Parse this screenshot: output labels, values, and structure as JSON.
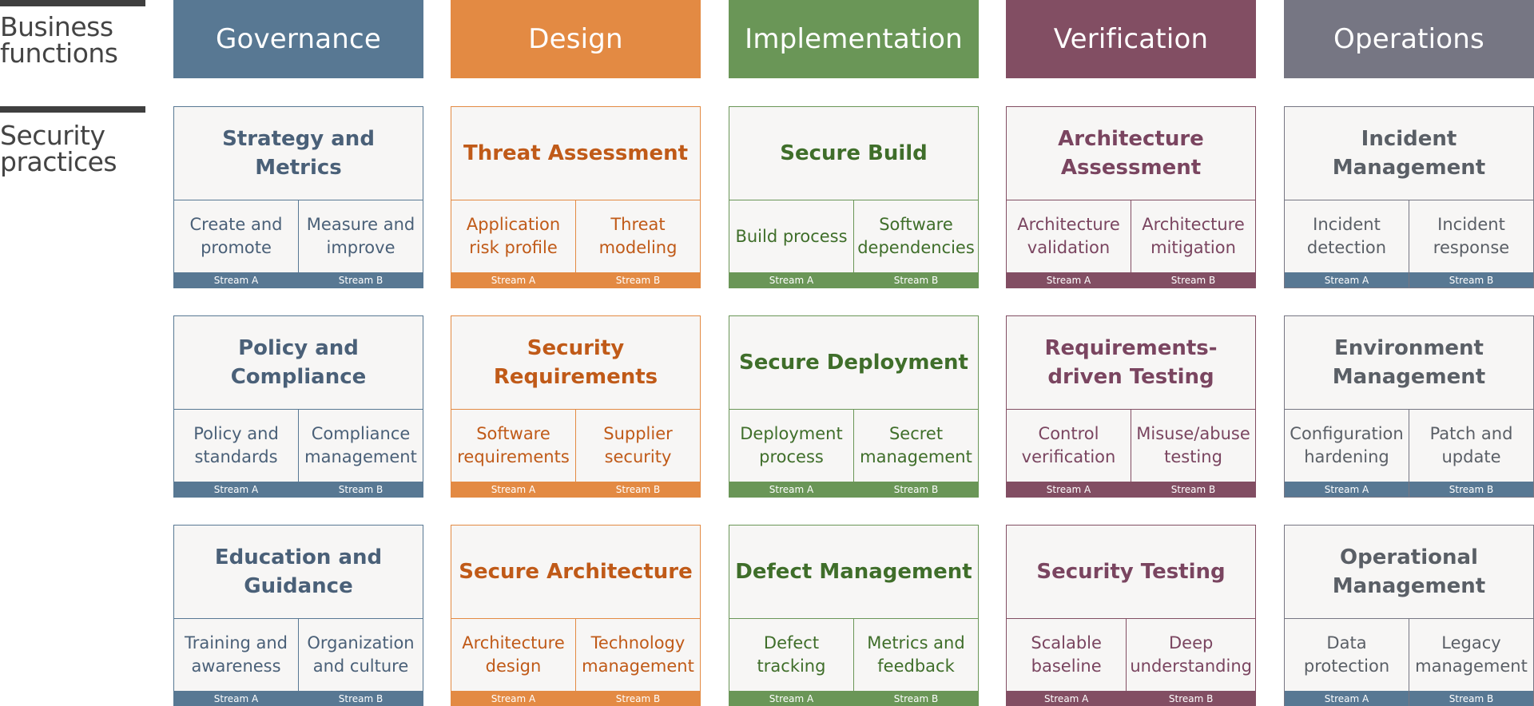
{
  "labels": {
    "business_functions": [
      "Business",
      "functions"
    ],
    "security_practices": [
      "Security",
      "practices"
    ]
  },
  "functions": [
    {
      "key": "governance",
      "name": "Governance",
      "color": "#587893",
      "text_color": "#4a6078",
      "practices": [
        {
          "name": "Strategy and Metrics",
          "streams": [
            {
              "name": "Create and promote",
              "tag": "Stream A"
            },
            {
              "name": "Measure and improve",
              "tag": "Stream B"
            }
          ]
        },
        {
          "name": "Policy and Compliance",
          "streams": [
            {
              "name": "Policy and standards",
              "tag": "Stream A"
            },
            {
              "name": "Compliance management",
              "tag": "Stream B"
            }
          ]
        },
        {
          "name": "Education and Guidance",
          "streams": [
            {
              "name": "Training and awareness",
              "tag": "Stream A"
            },
            {
              "name": "Organization and culture",
              "tag": "Stream B"
            }
          ]
        }
      ]
    },
    {
      "key": "design",
      "name": "Design",
      "color": "#e38a43",
      "text_color": "#c05a18",
      "practices": [
        {
          "name": "Threat Assessment",
          "streams": [
            {
              "name": "Application risk profile",
              "tag": "Stream A"
            },
            {
              "name": "Threat modeling",
              "tag": "Stream B"
            }
          ]
        },
        {
          "name": "Security Requirements",
          "streams": [
            {
              "name": "Software requirements",
              "tag": "Stream A"
            },
            {
              "name": "Supplier security",
              "tag": "Stream B"
            }
          ]
        },
        {
          "name": "Secure Architecture",
          "streams": [
            {
              "name": "Architecture design",
              "tag": "Stream A"
            },
            {
              "name": "Technology management",
              "tag": "Stream B"
            }
          ]
        }
      ]
    },
    {
      "key": "implementation",
      "name": "Implementation",
      "color": "#6a9657",
      "text_color": "#3f6e2a",
      "practices": [
        {
          "name": "Secure Build",
          "streams": [
            {
              "name": "Build process",
              "tag": "Stream A"
            },
            {
              "name": "Software dependencies",
              "tag": "Stream B"
            }
          ]
        },
        {
          "name": "Secure Deployment",
          "streams": [
            {
              "name": "Deployment process",
              "tag": "Stream A"
            },
            {
              "name": "Secret management",
              "tag": "Stream B"
            }
          ]
        },
        {
          "name": "Defect Management",
          "streams": [
            {
              "name": "Defect tracking",
              "tag": "Stream A"
            },
            {
              "name": "Metrics and feedback",
              "tag": "Stream B"
            }
          ]
        }
      ]
    },
    {
      "key": "verification",
      "name": "Verification",
      "color": "#824e63",
      "text_color": "#7a4560",
      "practices": [
        {
          "name": "Architecture Assessment",
          "streams": [
            {
              "name": "Architecture validation",
              "tag": "Stream A"
            },
            {
              "name": "Architecture mitigation",
              "tag": "Stream B"
            }
          ]
        },
        {
          "name": "Requirements-driven Testing",
          "streams": [
            {
              "name": "Control verification",
              "tag": "Stream A"
            },
            {
              "name": "Misuse/abuse testing",
              "tag": "Stream B"
            }
          ]
        },
        {
          "name": "Security Testing",
          "streams": [
            {
              "name": "Scalable baseline",
              "tag": "Stream A"
            },
            {
              "name": "Deep understanding",
              "tag": "Stream B"
            }
          ]
        }
      ]
    },
    {
      "key": "operations",
      "name": "Operations",
      "color": "#767683",
      "text_color": "#5a5f66",
      "stream_color": "#587893",
      "practices": [
        {
          "name": "Incident Management",
          "streams": [
            {
              "name": "Incident detection",
              "tag": "Stream A"
            },
            {
              "name": "Incident response",
              "tag": "Stream B"
            }
          ]
        },
        {
          "name": "Environment Management",
          "streams": [
            {
              "name": "Configuration hardening",
              "tag": "Stream A"
            },
            {
              "name": "Patch and update",
              "tag": "Stream B"
            }
          ]
        },
        {
          "name": "Operational Management",
          "streams": [
            {
              "name": "Data protection",
              "tag": "Stream A"
            },
            {
              "name": "Legacy management",
              "tag": "Stream B"
            }
          ]
        }
      ]
    }
  ]
}
